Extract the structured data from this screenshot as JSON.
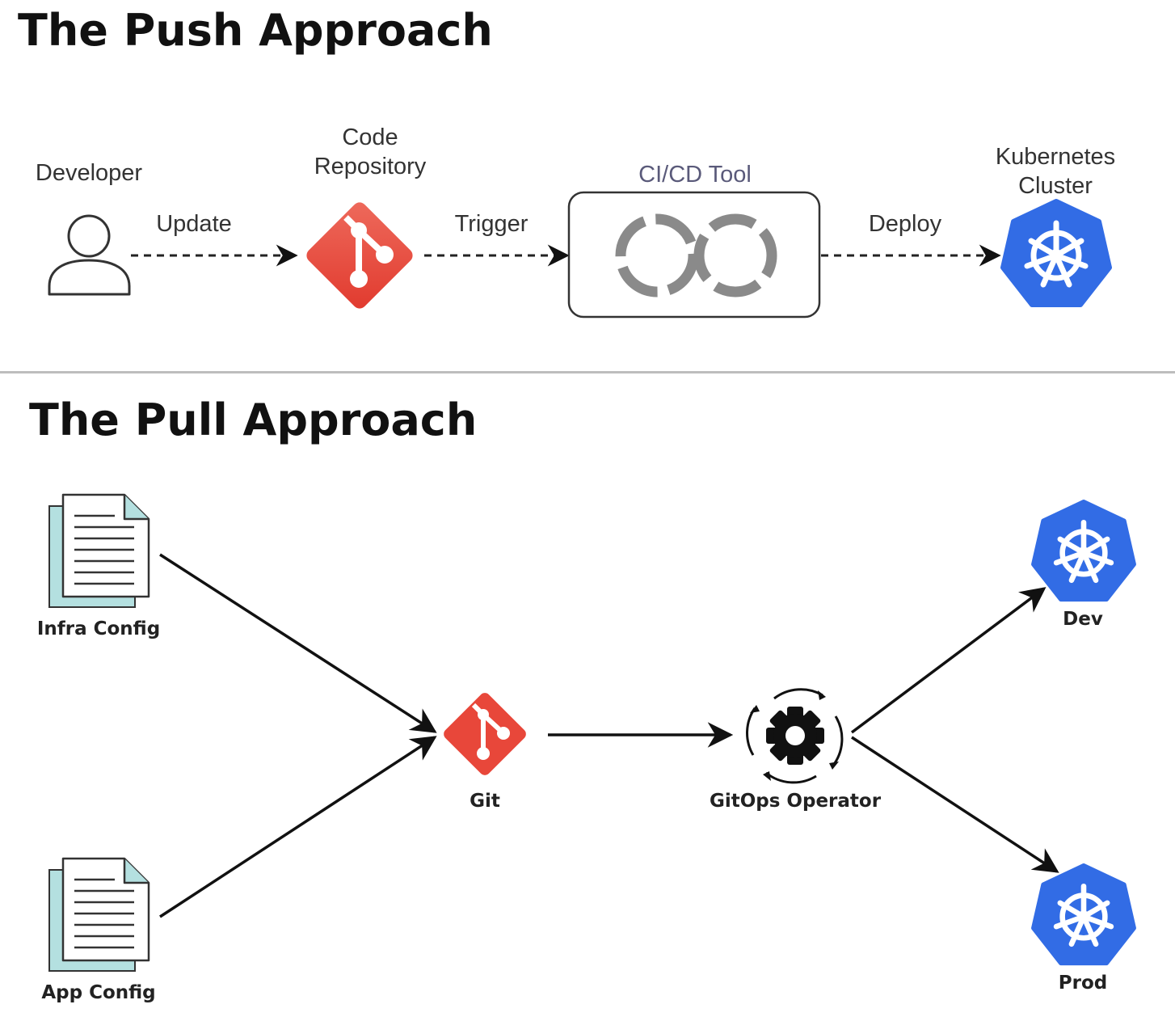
{
  "push": {
    "title": "The Push Approach",
    "developer": "Developer",
    "code_repository_line1": "Code",
    "code_repository_line2": "Repository",
    "cicd_tool": "CI/CD Tool",
    "kubernetes_line1": "Kubernetes",
    "kubernetes_line2": "Cluster",
    "update": "Update",
    "trigger": "Trigger",
    "deploy": "Deploy"
  },
  "pull": {
    "title": "The Pull Approach",
    "infra_config": "Infra Config",
    "app_config": "App Config",
    "git": "Git",
    "gitops_operator": "GitOps Operator",
    "dev": "Dev",
    "prod": "Prod"
  },
  "colors": {
    "git_red": "#e8473a",
    "kubernetes_blue": "#326ce5",
    "doc_teal": "#b4e0e0"
  },
  "icons": [
    "user-icon",
    "git-icon",
    "infinity-loop-icon",
    "kubernetes-icon",
    "document-icon",
    "gear-icon"
  ]
}
